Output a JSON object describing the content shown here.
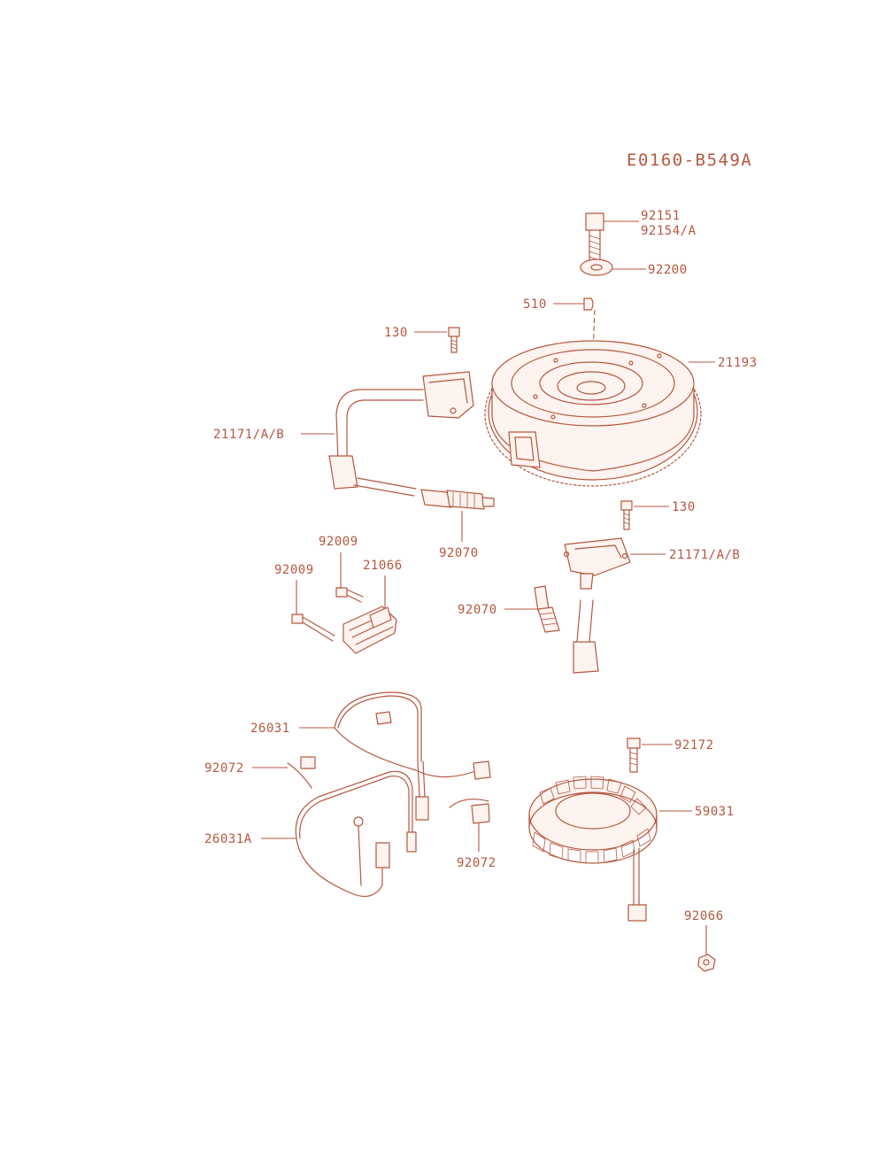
{
  "diagram": {
    "id": "E0160-B549A",
    "color": "#b5573f",
    "labels": [
      {
        "key": "l92151",
        "text": "92151"
      },
      {
        "key": "l92154",
        "text": "92154/A"
      },
      {
        "key": "l92200",
        "text": "92200"
      },
      {
        "key": "l510",
        "text": "510"
      },
      {
        "key": "l130a",
        "text": "130"
      },
      {
        "key": "l21193",
        "text": "21193"
      },
      {
        "key": "l21171a",
        "text": "21171/A/B"
      },
      {
        "key": "l92070a",
        "text": "92070"
      },
      {
        "key": "l130b",
        "text": "130"
      },
      {
        "key": "l21171b",
        "text": "21171/A/B"
      },
      {
        "key": "l92009a",
        "text": "92009"
      },
      {
        "key": "l92009b",
        "text": "92009"
      },
      {
        "key": "l21066",
        "text": "21066"
      },
      {
        "key": "l92070b",
        "text": "92070"
      },
      {
        "key": "l26031",
        "text": "26031"
      },
      {
        "key": "l92172",
        "text": "92172"
      },
      {
        "key": "l92072a",
        "text": "92072"
      },
      {
        "key": "l59031",
        "text": "59031"
      },
      {
        "key": "l26031A",
        "text": "26031A"
      },
      {
        "key": "l92072b",
        "text": "92072"
      },
      {
        "key": "l92066",
        "text": "92066"
      }
    ]
  }
}
